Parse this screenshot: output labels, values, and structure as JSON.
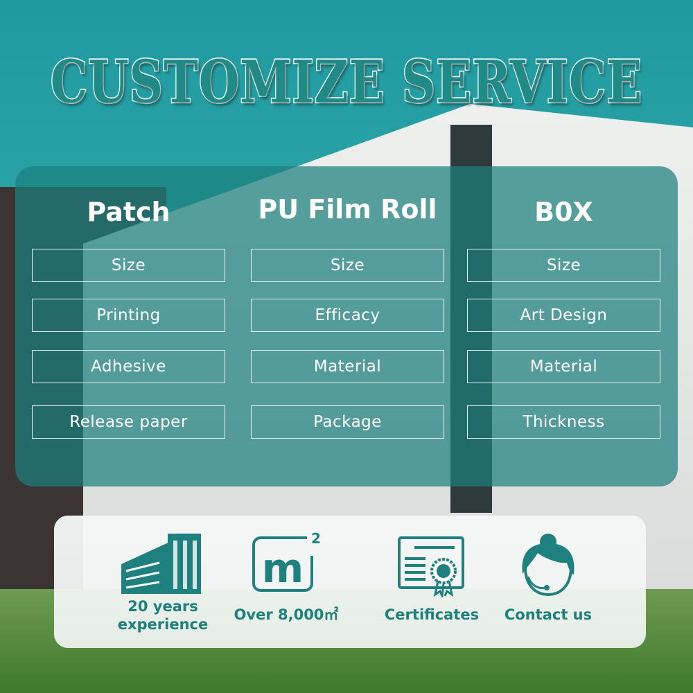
{
  "title": "CUSTOMIZE SERVICE",
  "colors": {
    "accent": "#1f8080",
    "panel": "#1c807e",
    "text": "#ffffff"
  },
  "columns": [
    {
      "heading": "Patch",
      "items": [
        "Size",
        "Printing",
        "Adhesive",
        "Release paper"
      ]
    },
    {
      "heading": "PU Film Roll",
      "items": [
        "Size",
        "Efficacy",
        "Material",
        "Package"
      ]
    },
    {
      "heading": "B0X",
      "items": [
        "Size",
        "Art Design",
        "Material",
        "Thickness"
      ]
    }
  ],
  "features": [
    {
      "icon": "building-icon",
      "line1": "20 years",
      "line2": "experience"
    },
    {
      "icon": "square-meter-icon",
      "line1": "Over 8,000㎡",
      "line2": ""
    },
    {
      "icon": "certificate-icon",
      "line1": "Certificates",
      "line2": ""
    },
    {
      "icon": "customer-service-icon",
      "line1": "Contact us",
      "line2": ""
    }
  ]
}
